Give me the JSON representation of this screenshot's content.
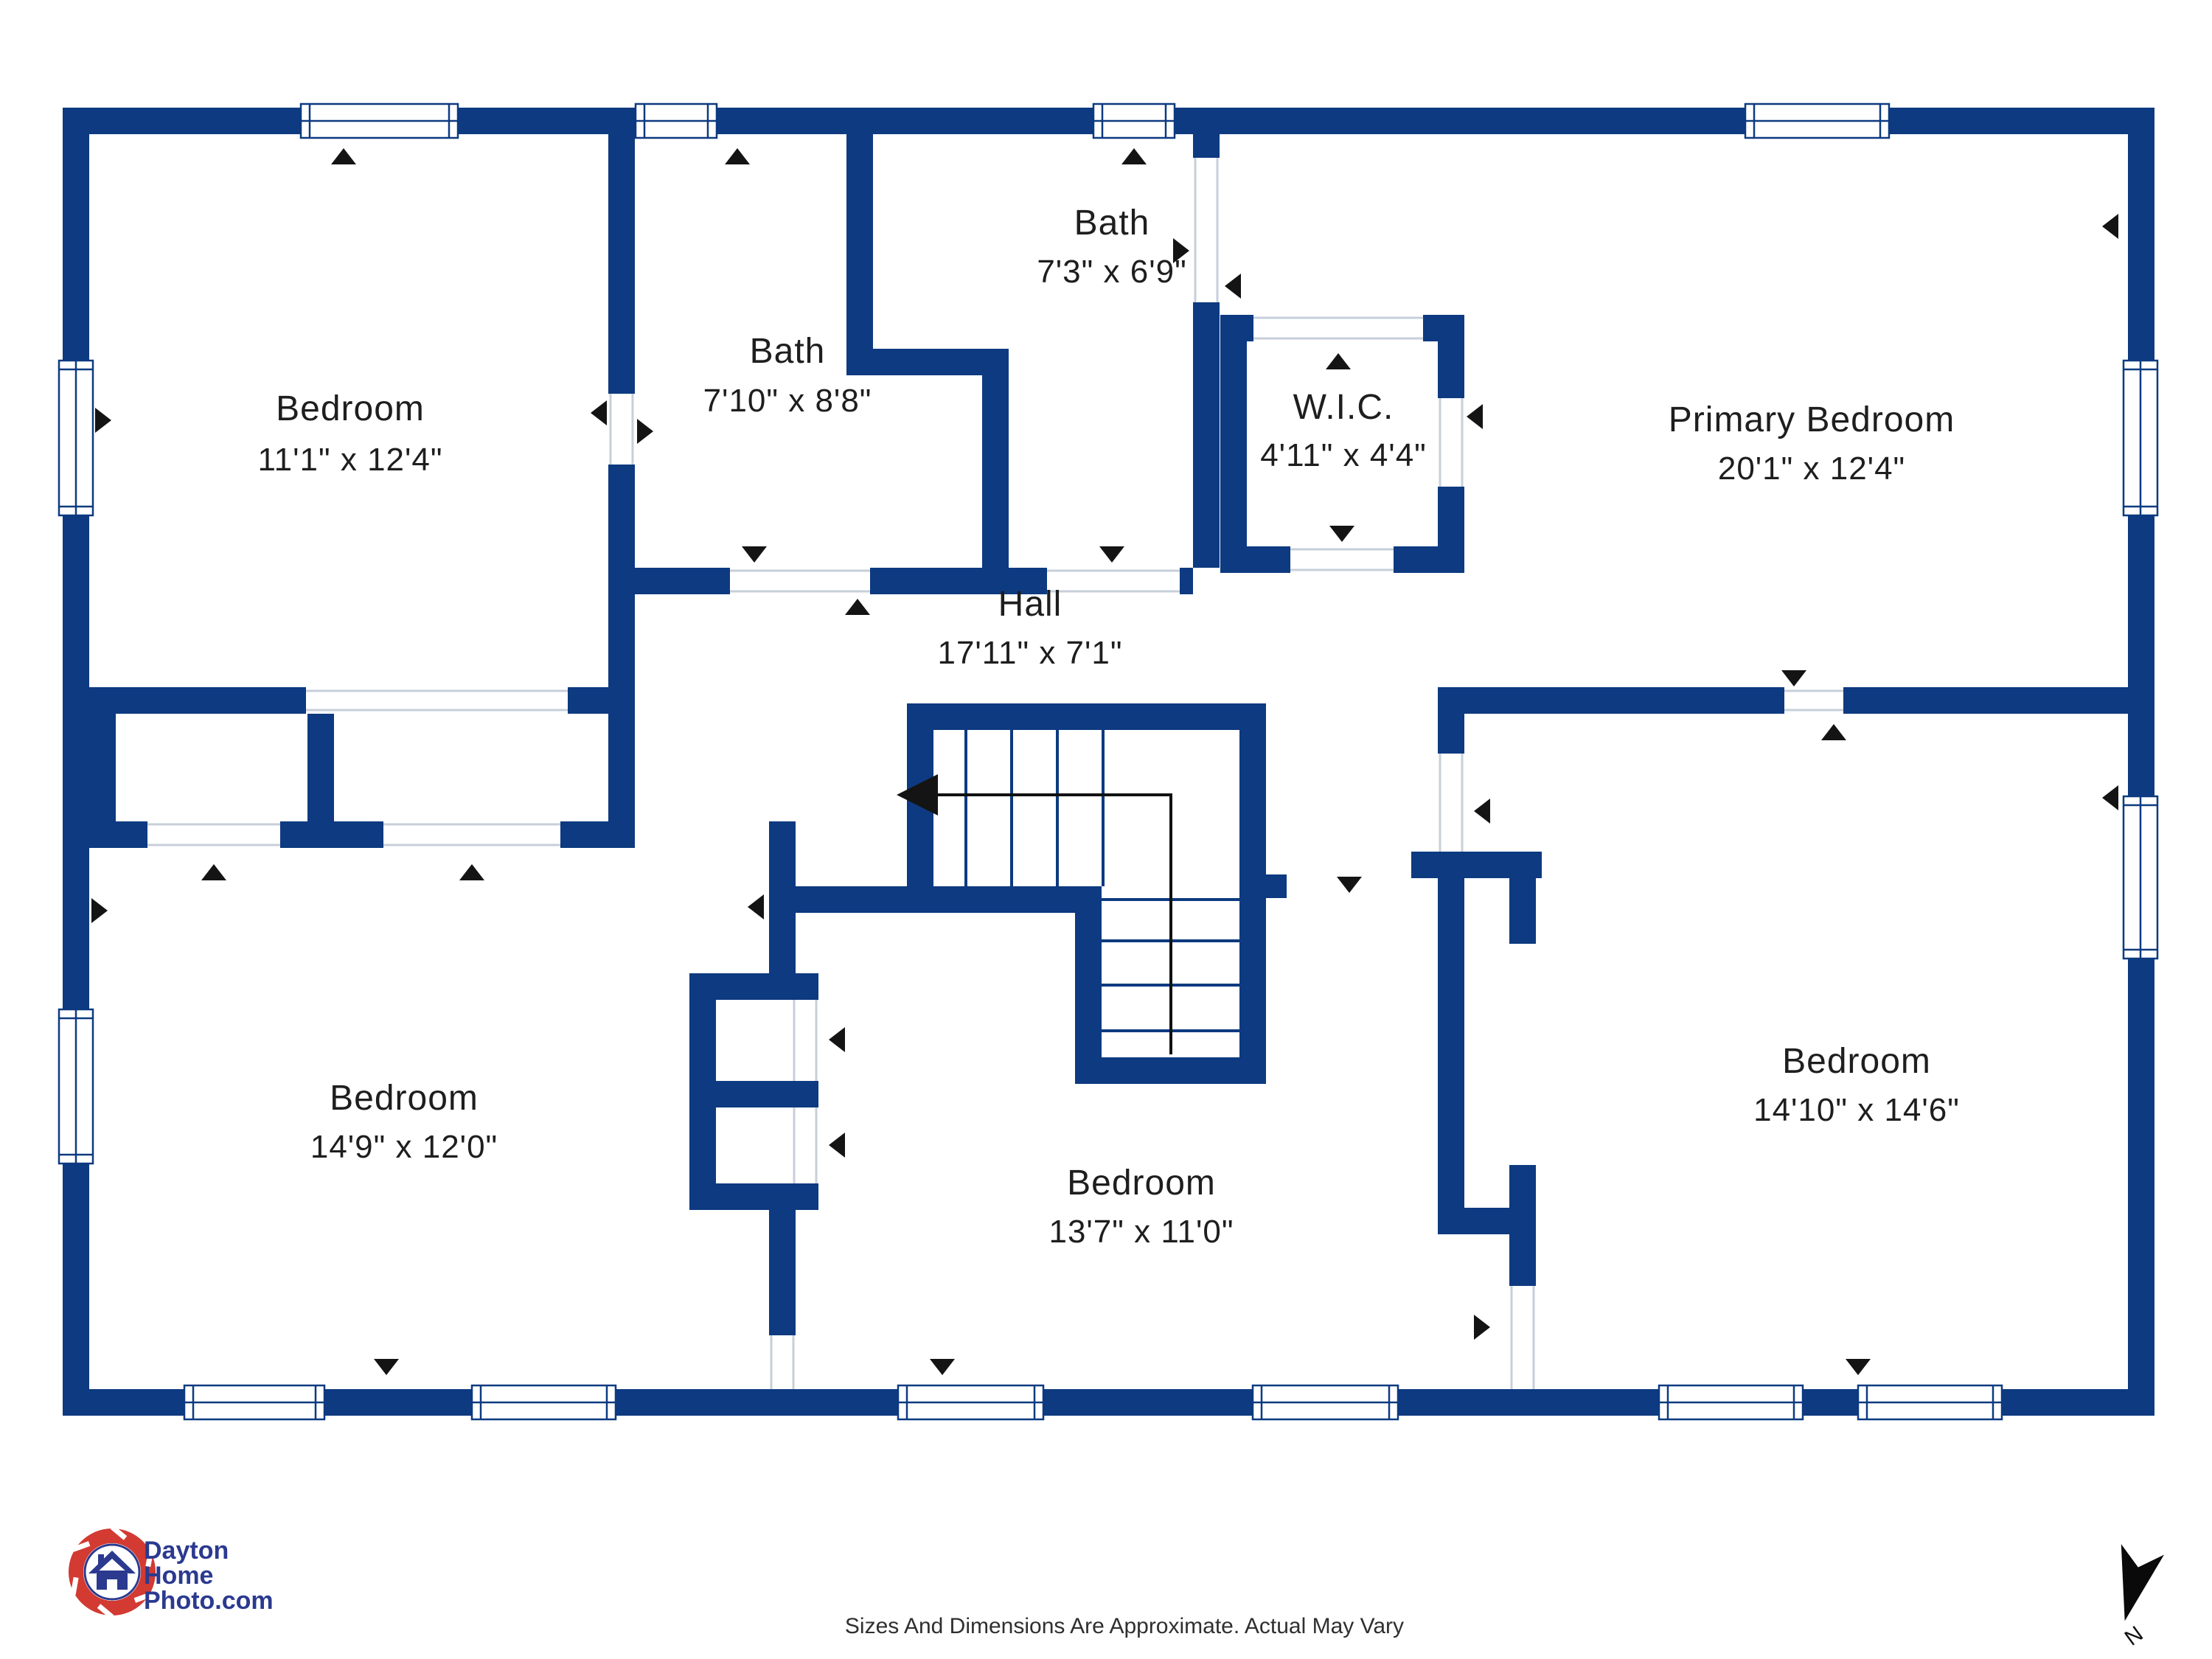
{
  "rooms": [
    {
      "id": "bedroom-top-left",
      "name": "Bedroom",
      "dims": "11'1\" x 12'4\""
    },
    {
      "id": "bath-main",
      "name": "Bath",
      "dims": "7'10\" x 8'8\""
    },
    {
      "id": "bath-small",
      "name": "Bath",
      "dims": "7'3\" x 6'9\""
    },
    {
      "id": "wic",
      "name": "W.I.C.",
      "dims": "4'11\" x 4'4\""
    },
    {
      "id": "primary-bedroom",
      "name": "Primary Bedroom",
      "dims": "20'1\" x 12'4\""
    },
    {
      "id": "hall",
      "name": "Hall",
      "dims": "17'11\" x 7'1\""
    },
    {
      "id": "bedroom-bottom-left",
      "name": "Bedroom",
      "dims": "14'9\" x 12'0\""
    },
    {
      "id": "bedroom-bottom-middle",
      "name": "Bedroom",
      "dims": "13'7\" x 11'0\""
    },
    {
      "id": "bedroom-bottom-right",
      "name": "Bedroom",
      "dims": "14'10\" x 14'6\""
    }
  ],
  "footer": {
    "logo": {
      "line1": "Dayton",
      "line2": "Home",
      "line3": "Photo.com"
    },
    "disclaimer": "Sizes And Dimensions Are Approximate. Actual May Vary",
    "compass_label": "N"
  },
  "colors": {
    "wall": "#0d3a80",
    "opening_line": "#c7cfda",
    "marker": "#141414",
    "label_text": "#1e1e1e",
    "logo_red": "#d23a32",
    "logo_blue": "#2b3a8f"
  }
}
